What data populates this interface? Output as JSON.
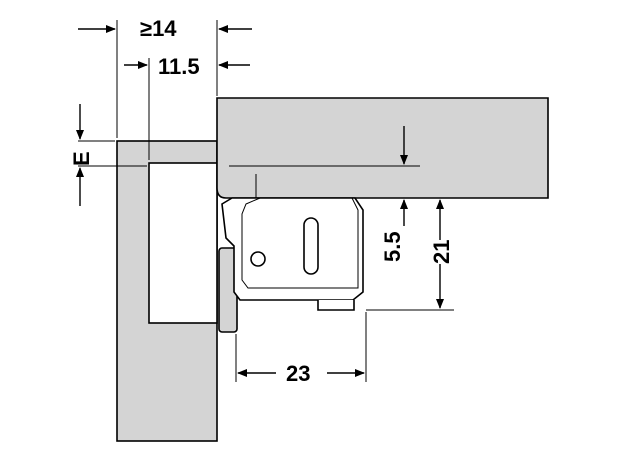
{
  "diagram": {
    "dimensions": {
      "min_gap": "≥14",
      "offset": "11.5",
      "edge": "E",
      "depth": "5.5",
      "height": "21",
      "width": "23"
    },
    "colors": {
      "panel_fill": "#d4d4d4",
      "stroke": "#000000",
      "background": "#ffffff"
    }
  }
}
